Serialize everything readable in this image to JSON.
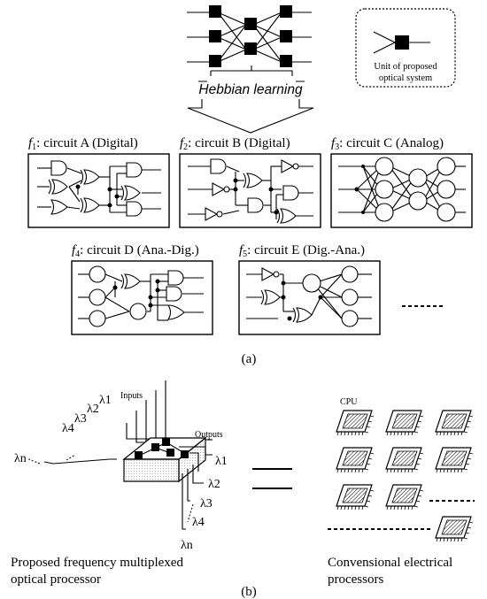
{
  "top": {
    "learning_label": "Hebbian learning",
    "legend_text_line1": "Unit of proposed",
    "legend_text_line2": "optical system"
  },
  "circuits": [
    {
      "sym": "f",
      "sub": "1",
      "label": ": circuit A (Digital)"
    },
    {
      "sym": "f",
      "sub": "2",
      "label": ": circuit B (Digital)"
    },
    {
      "sym": "f",
      "sub": "3",
      "label": ": circuit C (Analog)"
    },
    {
      "sym": "f",
      "sub": "4",
      "label": ": circuit D (Ana.-Dig.)"
    },
    {
      "sym": "f",
      "sub": "5",
      "label": ": circuit E (Dig.-Ana.)"
    }
  ],
  "panel_a_caption": "(a)",
  "panel_b_caption": "(b)",
  "optical": {
    "inputs_label": "Inputs",
    "outputs_label": "Outputs",
    "input_wavelengths": [
      "λ1",
      "λ2",
      "λ3",
      "λ4",
      "λn"
    ],
    "output_wavelengths": [
      "λ1",
      "λ2",
      "λ3",
      "λ4",
      "λn"
    ],
    "caption_line1": "Proposed frequency multiplexed",
    "caption_line2": "optical processor"
  },
  "cpu": {
    "label": "CPU",
    "caption_line1": "Convensional electrical",
    "caption_line2": "processors"
  }
}
